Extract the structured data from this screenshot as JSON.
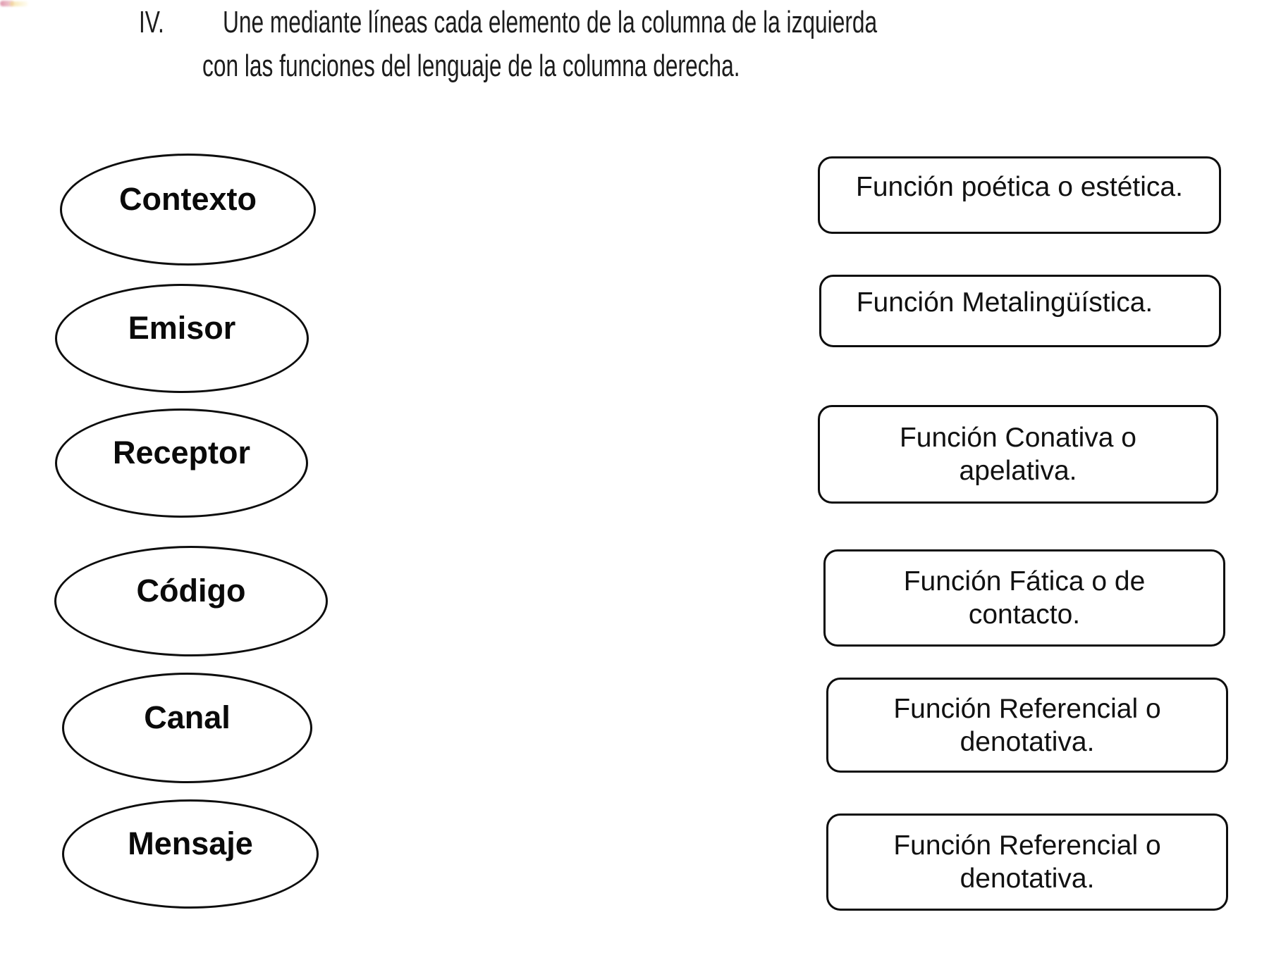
{
  "instruction": {
    "numeral": "IV.",
    "line1": "Une mediante líneas cada elemento de la columna de la izquierda",
    "line2": "con las funciones del lenguaje de la columna derecha."
  },
  "left_column": {
    "items": [
      {
        "id": "contexto",
        "label": "Contexto"
      },
      {
        "id": "emisor",
        "label": "Emisor"
      },
      {
        "id": "receptor",
        "label": "Receptor"
      },
      {
        "id": "codigo",
        "label": "Código"
      },
      {
        "id": "canal",
        "label": "Canal"
      },
      {
        "id": "mensaje",
        "label": "Mensaje"
      }
    ]
  },
  "right_column": {
    "items": [
      {
        "id": "poetica",
        "label": "Función poética o estética.",
        "lines": [
          "Función poética o estética."
        ]
      },
      {
        "id": "metalinguistica",
        "label": "Función Metalingüística.",
        "lines": [
          "Función Metalingüística."
        ]
      },
      {
        "id": "conativa",
        "label": "Función Conativa o apelativa.",
        "lines": [
          "Función Conativa o",
          "apelativa."
        ]
      },
      {
        "id": "fatica",
        "label": "Función Fática o de contacto.",
        "lines": [
          "Función Fática o de",
          "contacto."
        ]
      },
      {
        "id": "referencial-1",
        "label": "Función Referencial o denotativa.",
        "lines": [
          "Función Referencial o",
          "denotativa."
        ]
      },
      {
        "id": "referencial-2",
        "label": "Función Referencial o denotativa.",
        "lines": [
          "Función Referencial o",
          "denotativa."
        ]
      }
    ]
  },
  "colors": {
    "ink": "#0d0d0d",
    "background": "#ffffff",
    "artifact_pink": "#cd5f82",
    "artifact_yellow": "#f0d782"
  }
}
